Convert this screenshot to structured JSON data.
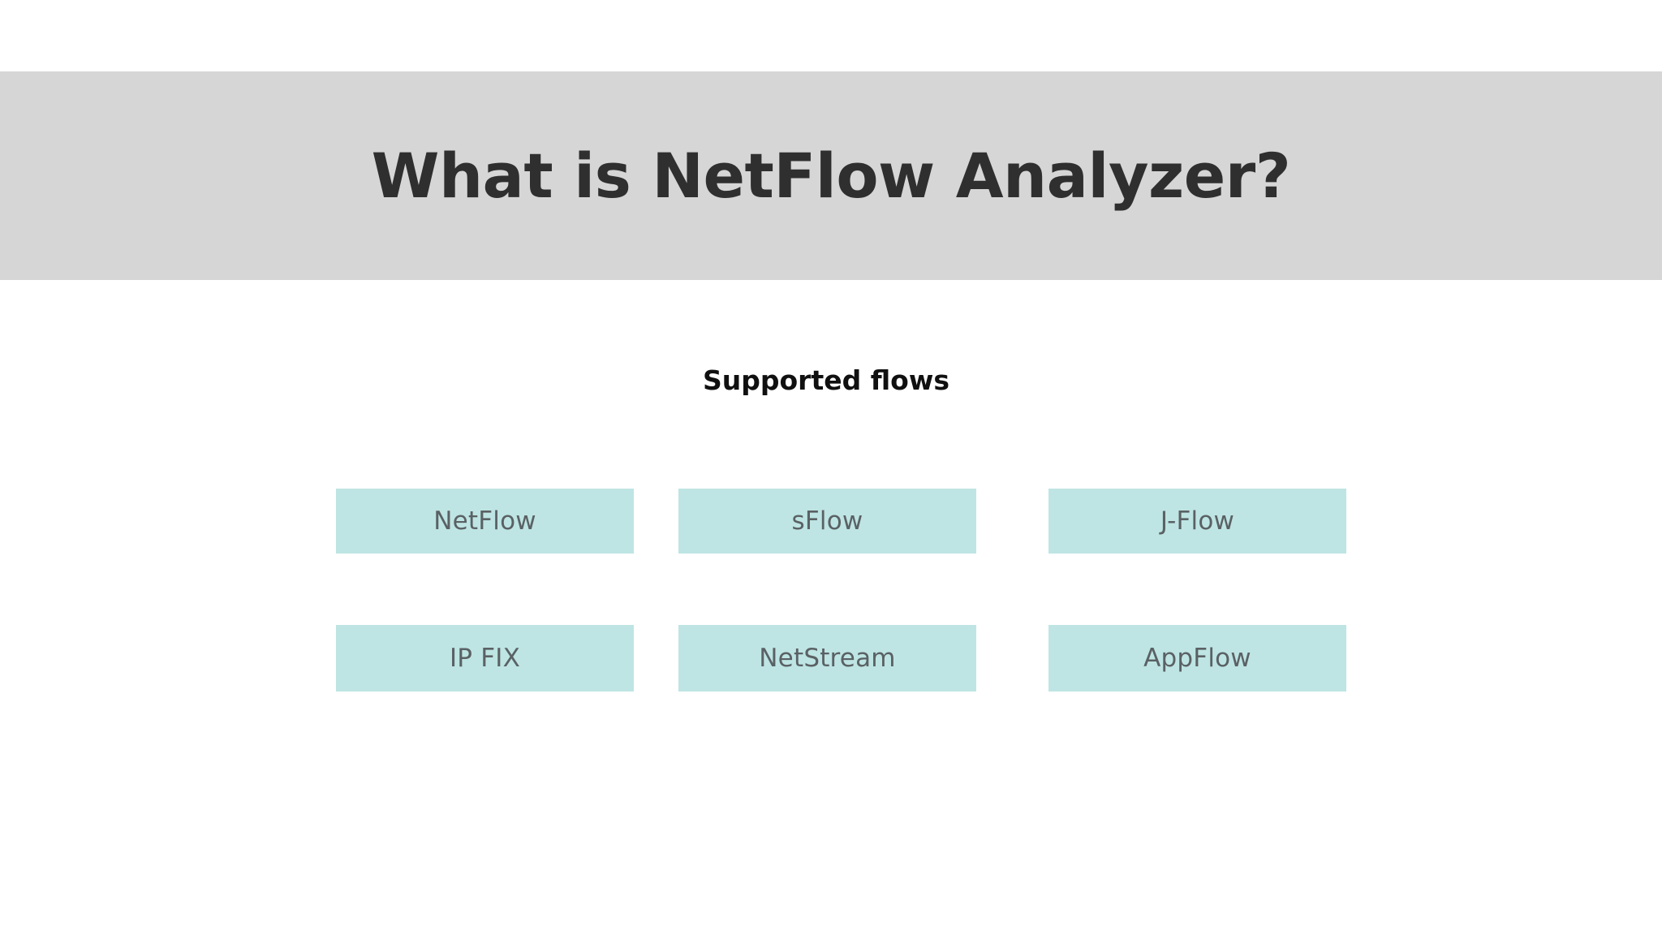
{
  "slide": {
    "background_color": "#ffffff",
    "header": {
      "band_color": "#d6d6d6",
      "title": "What is NetFlow Analyzer?",
      "title_color": "#2f2f2f"
    },
    "body": {
      "section_heading": "Supported flows",
      "section_heading_color": "#101010",
      "chip_color": "#bee5e3",
      "chip_text_color": "#5a6165",
      "supported_flows": [
        {
          "label": "NetFlow",
          "row": 1,
          "col": 1
        },
        {
          "label": "sFlow",
          "row": 1,
          "col": 2
        },
        {
          "label": "J-Flow",
          "row": 1,
          "col": 3
        },
        {
          "label": "IP FIX",
          "row": 2,
          "col": 1
        },
        {
          "label": "NetStream",
          "row": 2,
          "col": 2
        },
        {
          "label": "AppFlow",
          "row": 2,
          "col": 3
        }
      ]
    }
  }
}
